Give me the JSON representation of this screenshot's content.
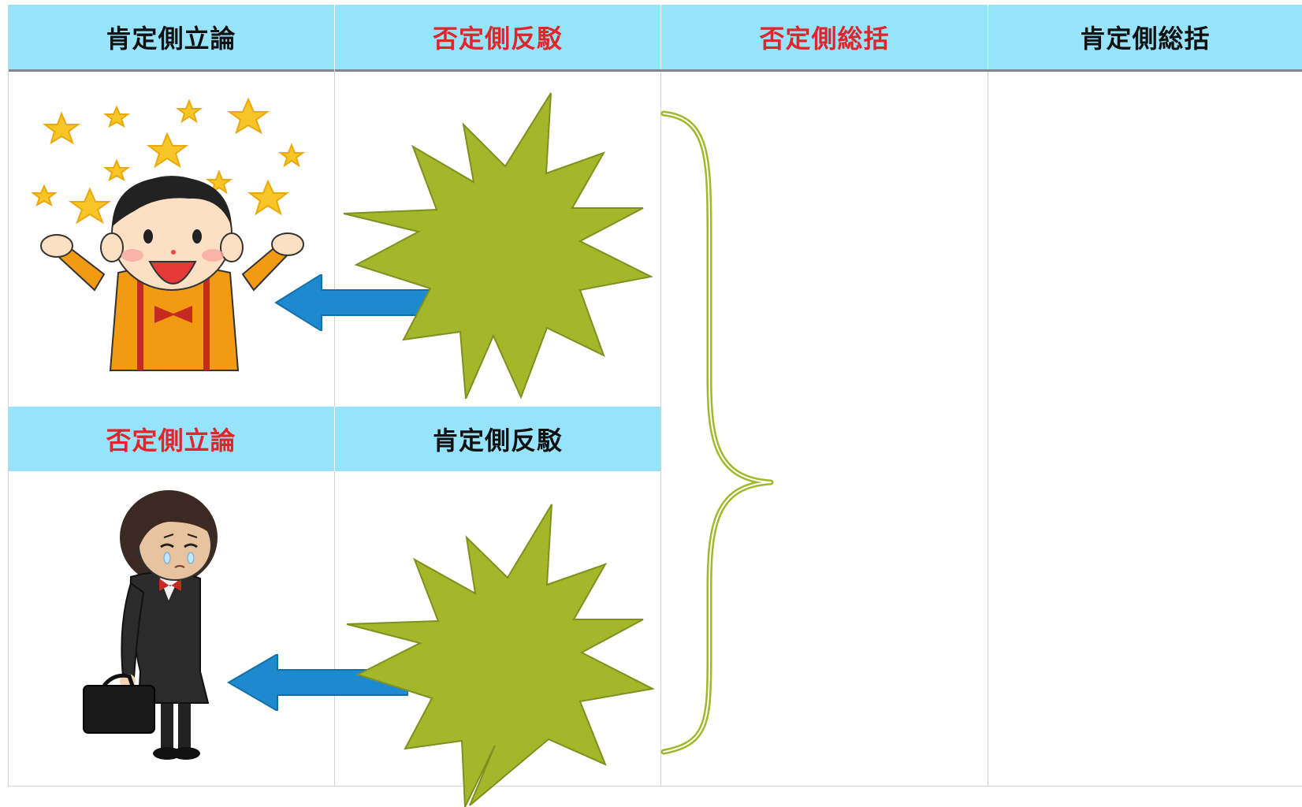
{
  "top_headers": [
    {
      "label": "肯定側立論",
      "tone": "black"
    },
    {
      "label": "否定側反駁",
      "tone": "red"
    },
    {
      "label": "否定側総括",
      "tone": "red"
    },
    {
      "label": "肯定側総括",
      "tone": "black"
    }
  ],
  "mid_headers": [
    {
      "label": "否定側立論",
      "tone": "red"
    },
    {
      "label": "肯定側反駁",
      "tone": "black"
    }
  ],
  "colors": {
    "header_bg": "#97e3fb",
    "header_red": "#e0262a",
    "starburst": "#a3b72b",
    "arrow": "#1d8ad0",
    "brace": "#a3b72b"
  },
  "icons": [
    "happy-boy-with-stars-icon",
    "sad-student-girl-icon",
    "explosion-starburst-icon",
    "left-arrow-icon",
    "curly-brace-icon"
  ]
}
